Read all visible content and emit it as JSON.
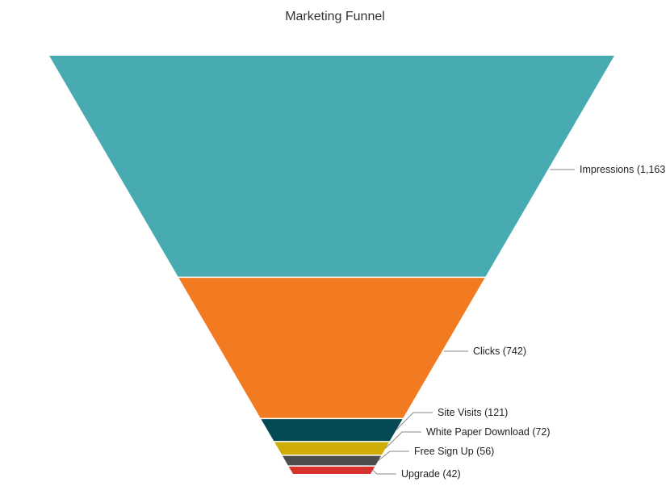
{
  "chart_data": {
    "type": "funnel",
    "title": "Marketing Funnel",
    "stages": [
      {
        "name": "Impressions",
        "value": 1163,
        "label": "Impressions (1,163",
        "color": "#47abb1"
      },
      {
        "name": "Clicks",
        "value": 742,
        "label": "Clicks (742)",
        "color": "#f27b22"
      },
      {
        "name": "Site Visits",
        "value": 121,
        "label": "Site Visits (121)",
        "color": "#034a55"
      },
      {
        "name": "White Paper Download",
        "value": 72,
        "label": "White Paper Download (72)",
        "color": "#cfad05"
      },
      {
        "name": "Free Sign Up",
        "value": 56,
        "label": "Free Sign Up (56)",
        "color": "#4d4d4d"
      },
      {
        "name": "Upgrade",
        "value": 42,
        "label": "Upgrade (42)",
        "color": "#d7332c"
      }
    ],
    "legend": "none"
  }
}
